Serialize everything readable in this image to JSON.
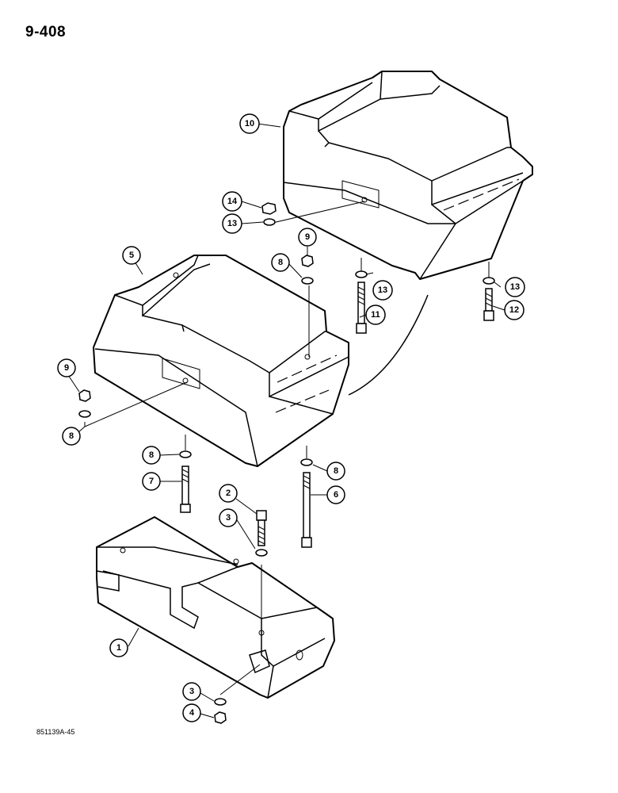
{
  "page_number": "9-408",
  "figure_code": "851139A-45",
  "callouts": {
    "c1": "1",
    "c2": "2",
    "c3a": "3",
    "c3b": "3",
    "c4": "4",
    "c5": "5",
    "c6": "6",
    "c7": "7",
    "c8a": "8",
    "c8b": "8",
    "c8c": "8",
    "c8d": "8",
    "c9a": "9",
    "c9b": "9",
    "c10": "10",
    "c11": "11",
    "c12": "12",
    "c13a": "13",
    "c13b": "13",
    "c13c": "13",
    "c14": "14"
  }
}
